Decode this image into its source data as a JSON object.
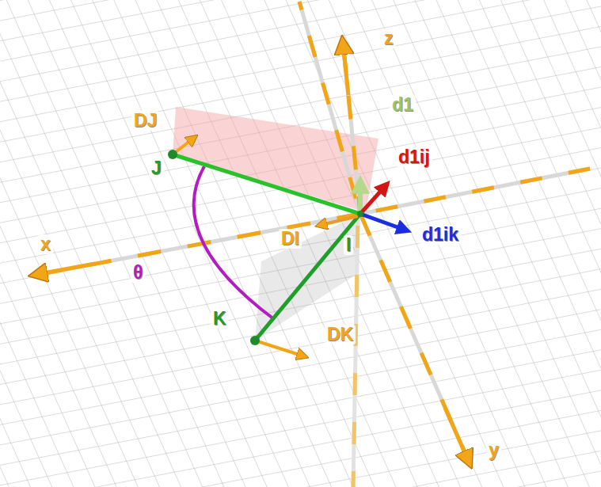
{
  "diagram": {
    "labels": [
      "z",
      "d1",
      "DJ",
      "J",
      "d1ij",
      "DI",
      "I",
      "d1ik",
      "x",
      "θ",
      "K",
      "DK",
      "y"
    ]
  }
}
